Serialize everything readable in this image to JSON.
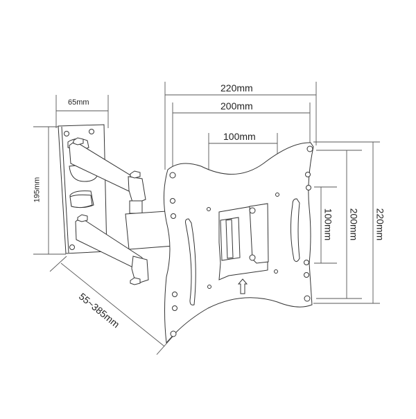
{
  "diagram": {
    "title": "Full-motion TV wall mount technical drawing",
    "colors": {
      "line": "#333333",
      "dim_line": "#555555",
      "text": "#222222",
      "background": "#ffffff"
    },
    "dimensions": {
      "wall_plate_width": "65mm",
      "wall_plate_height": "195mm",
      "extension_range": "55~385mm",
      "vesa_horizontal_outer": "220mm",
      "vesa_horizontal_mid": "200mm",
      "vesa_horizontal_inner": "100mm",
      "vesa_vertical_inner": "100mm",
      "vesa_vertical_mid": "200mm",
      "vesa_vertical_outer": "220mm"
    },
    "parts": [
      "wall-plate",
      "upper-arm",
      "lower-arm",
      "pivot-joint",
      "tv-plate",
      "tilt-bracket",
      "up-arrow"
    ]
  }
}
